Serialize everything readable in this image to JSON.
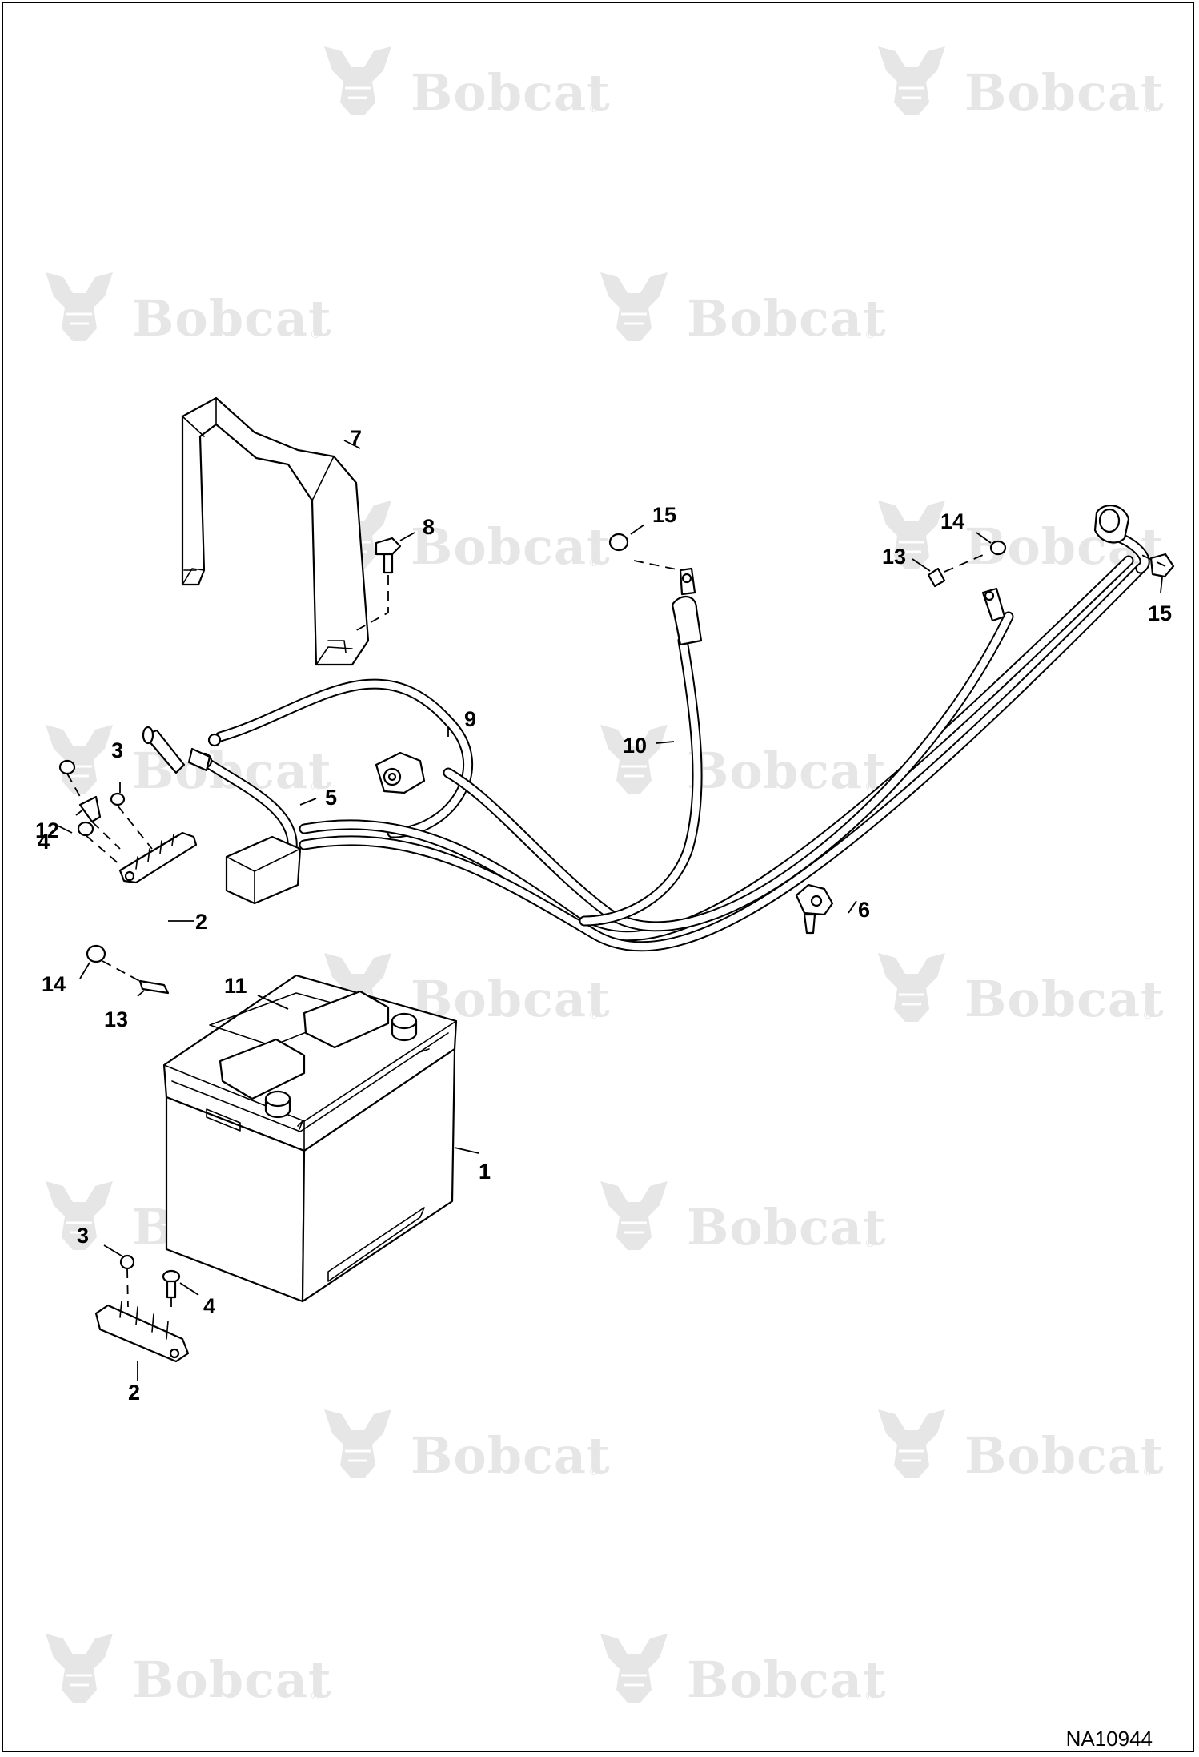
{
  "watermark": {
    "brand": "Bobcat",
    "reg_mark": "®"
  },
  "figure_id": "NA10944",
  "callouts": [
    {
      "label": "1"
    },
    {
      "label": "2"
    },
    {
      "label": "2"
    },
    {
      "label": "3"
    },
    {
      "label": "3"
    },
    {
      "label": "4"
    },
    {
      "label": "4"
    },
    {
      "label": "5"
    },
    {
      "label": "6"
    },
    {
      "label": "7"
    },
    {
      "label": "8"
    },
    {
      "label": "9"
    },
    {
      "label": "10"
    },
    {
      "label": "11"
    },
    {
      "label": "12"
    },
    {
      "label": "13"
    },
    {
      "label": "13"
    },
    {
      "label": "14"
    },
    {
      "label": "14"
    },
    {
      "label": "15"
    },
    {
      "label": "15"
    }
  ]
}
